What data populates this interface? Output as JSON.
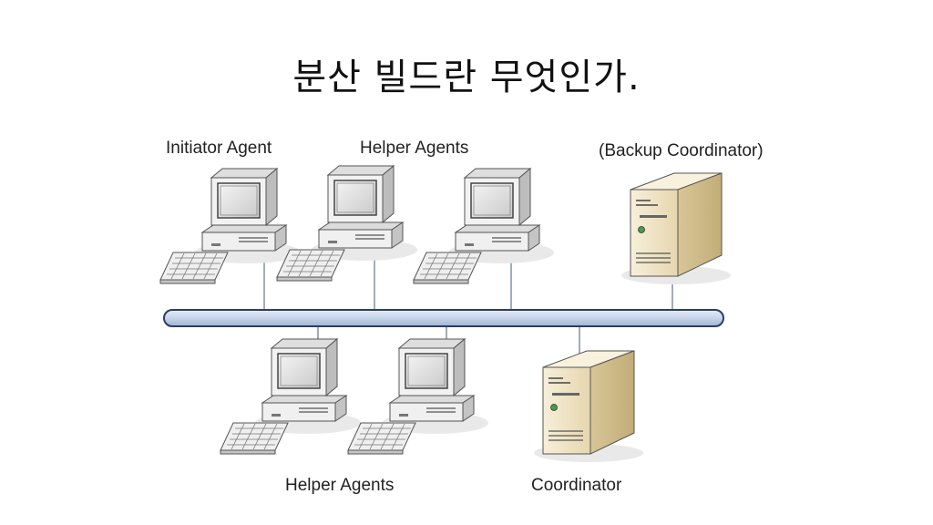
{
  "slide": {
    "title": "분산 빌드란 무엇인가."
  },
  "labels": {
    "initiator_agent": "Initiator Agent",
    "helper_agents_top": "Helper Agents",
    "backup_coordinator": "(Backup Coordinator)",
    "helper_agents_bottom": "Helper Agents",
    "coordinator": "Coordinator"
  },
  "colors": {
    "bus_fill": "#c9d7ea",
    "bus_stroke": "#2c3e63",
    "server_body": "#efe4c8",
    "monitor_frame": "#efefef"
  },
  "icons": {
    "workstation": "desktop-computer-icon",
    "server": "tower-server-icon"
  }
}
